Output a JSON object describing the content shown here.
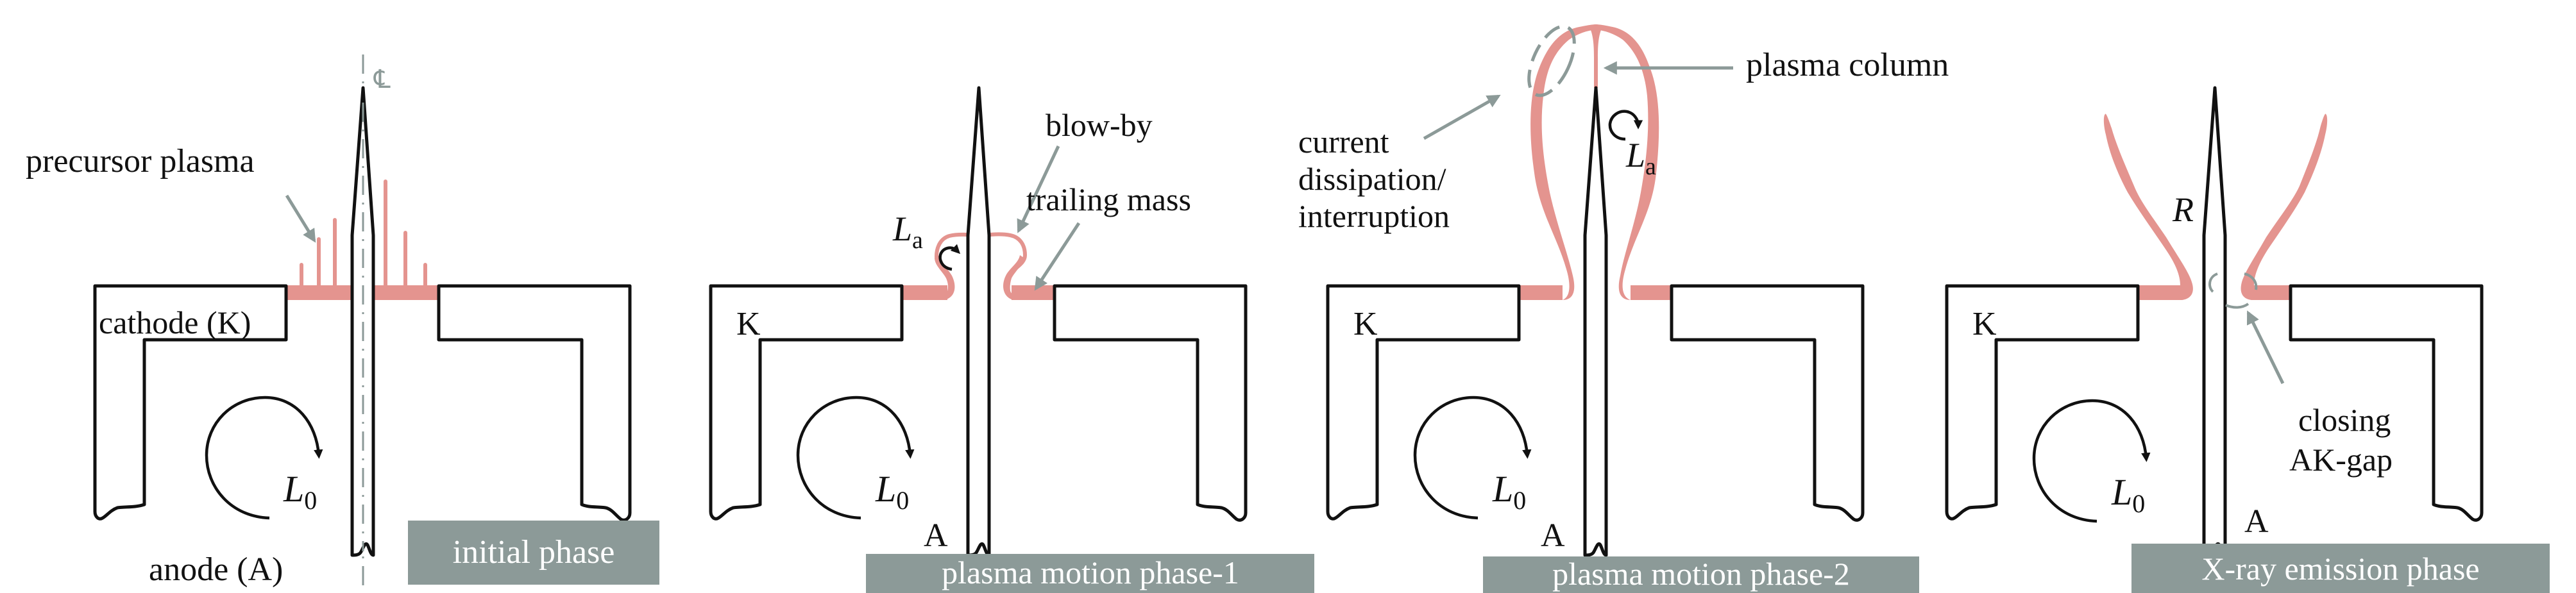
{
  "figure": {
    "colors": {
      "electrode_stroke": "#111111",
      "plasma": "#e4948f",
      "annotation_gray": "#8c9a98",
      "label_box": "#8c9a98",
      "label_text": "#ffffff"
    },
    "centerline_symbol": "℄",
    "panels": [
      {
        "id": "initial",
        "phase_label": "initial phase",
        "cathode_label": "cathode (K)",
        "anode_label": "anode (A)",
        "inductance_main": {
          "symbol": "L",
          "subscript": "0"
        },
        "annotations": [
          "precursor plasma"
        ]
      },
      {
        "id": "motion1",
        "phase_label": "plasma motion phase-1",
        "cathode_label": "K",
        "anode_label": "A",
        "inductance_main": {
          "symbol": "L",
          "subscript": "0"
        },
        "inductance_axial": {
          "symbol": "L",
          "subscript": "a"
        },
        "annotations": [
          "blow-by",
          "trailing mass"
        ]
      },
      {
        "id": "motion2",
        "phase_label": "plasma motion phase-2",
        "cathode_label": "K",
        "anode_label": "A",
        "inductance_main": {
          "symbol": "L",
          "subscript": "0"
        },
        "inductance_axial": {
          "symbol": "L",
          "subscript": "a"
        },
        "annotations": [
          "plasma column",
          "current",
          "dissipation/",
          "interruption"
        ]
      },
      {
        "id": "xray",
        "phase_label": "X-ray emission phase",
        "cathode_label": "K",
        "anode_label": "A",
        "inductance_main": {
          "symbol": "L",
          "subscript": "0"
        },
        "resistance": "R",
        "annotations": [
          "closing",
          "AK-gap"
        ]
      }
    ]
  }
}
